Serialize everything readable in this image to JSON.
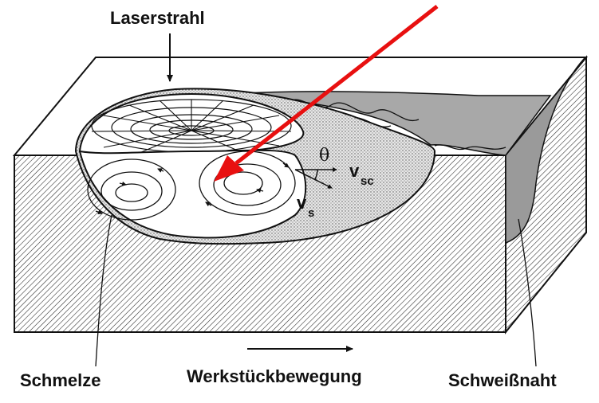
{
  "labels": {
    "laser": "Laserstrahl",
    "melt": "Schmelze",
    "motion": "Werkstückbewegung",
    "seam": "Schweißnaht"
  },
  "symbols": {
    "theta": "θ",
    "v_sc_main": "v",
    "v_sc_sub": "sc",
    "v_s_main": "v",
    "v_s_sub": "s"
  },
  "colors": {
    "line": "#111111",
    "pointer_arrow": "#e81010",
    "weld_surface": "#a8a8a8"
  }
}
